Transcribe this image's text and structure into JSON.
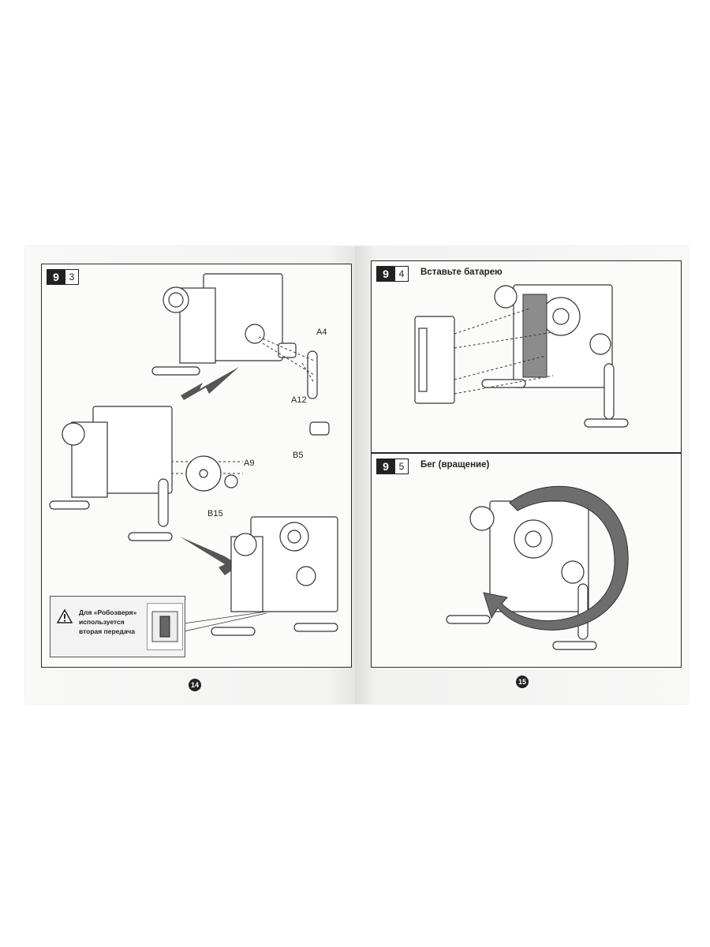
{
  "left_page": {
    "step": {
      "number": "9",
      "sub": "3"
    },
    "part_labels": {
      "a4": "A4",
      "a12": "A12",
      "b5": "B5",
      "a9": "A9",
      "b15": "B15"
    },
    "note": {
      "text_line1": "Для «Робозверя»",
      "text_line2": "используется",
      "text_line3": "вторая передача",
      "icon": "warning-icon"
    },
    "page_number": "14"
  },
  "right_page": {
    "step_top": {
      "number": "9",
      "sub": "4",
      "title": "Вставьте батарею"
    },
    "step_bottom": {
      "number": "9",
      "sub": "5",
      "title": "Бег (вращение)"
    },
    "page_number": "15"
  },
  "colors": {
    "badge": "#222222",
    "outline": "#2a2a2a",
    "battery": "#8c8c8c",
    "arrow": "#555555"
  }
}
